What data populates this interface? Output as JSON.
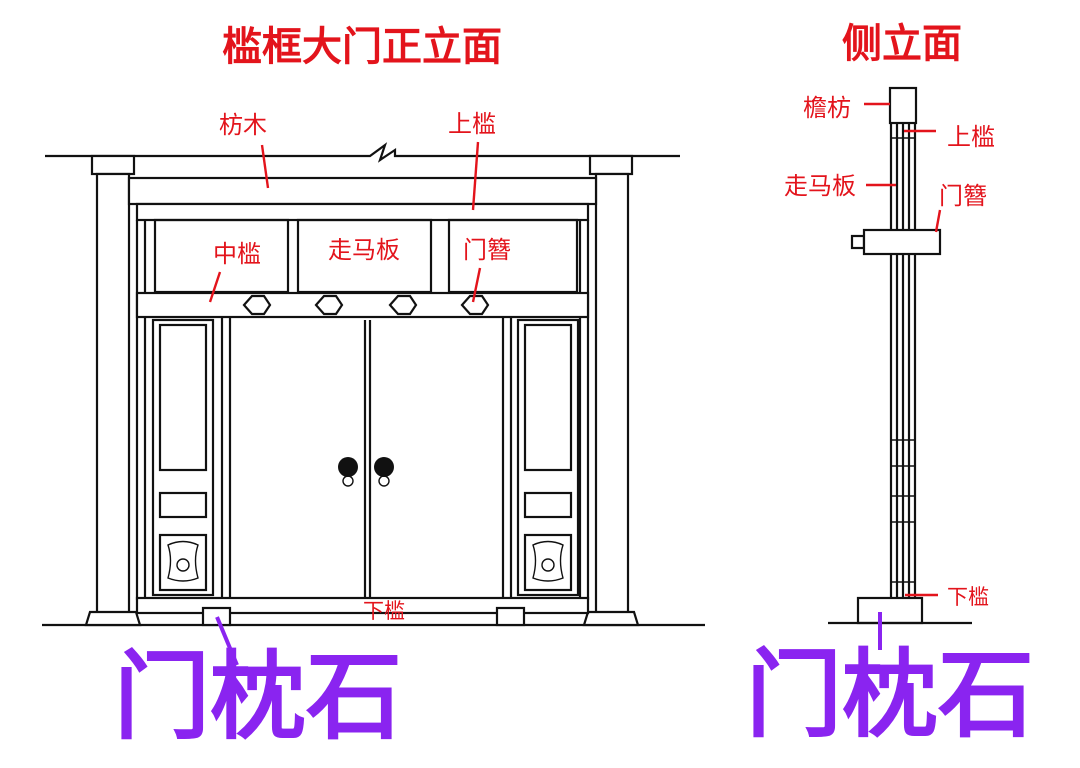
{
  "front": {
    "title": "槛框大门正立面",
    "labels": {
      "fang_mu": "枋木",
      "shang_kan": "上槛",
      "zhong_kan": "中槛",
      "zou_ma_ban": "走马板",
      "men_zan": "门簪",
      "xia_kan": "下槛",
      "men_zhen_shi": "门枕石"
    }
  },
  "side": {
    "title": "侧立面",
    "labels": {
      "yan_fang": "檐枋",
      "shang_kan": "上槛",
      "zou_ma_ban": "走马板",
      "men_zan": "门簪",
      "xia_kan": "下槛",
      "men_zhen_shi": "门枕石"
    }
  },
  "colors": {
    "label_red": "#e3141c",
    "label_purple": "#8a24f0",
    "line": "#111111"
  }
}
